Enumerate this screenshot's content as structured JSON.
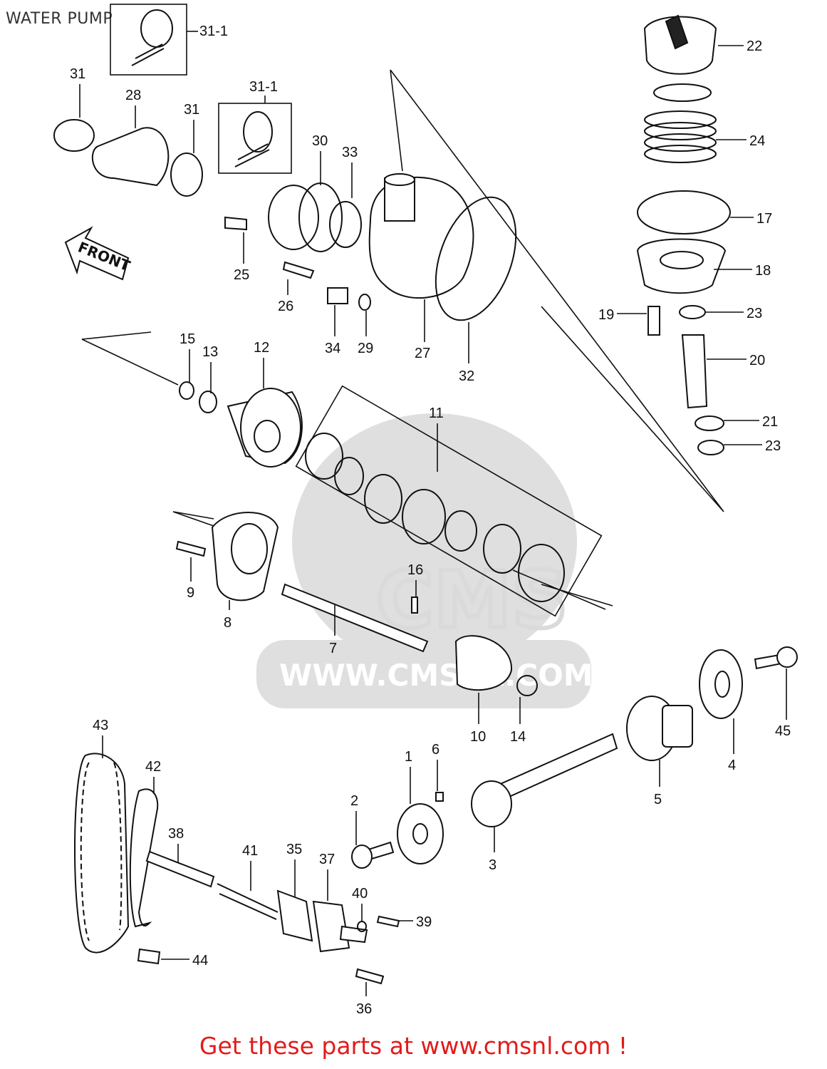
{
  "diagram": {
    "title": "WATER PUMP",
    "front_label": "FRONT",
    "watermark_text": "WWW.CMSNL.COM",
    "watermark_logo": "CMS",
    "callouts": [
      "31-1",
      "31",
      "28",
      "31",
      "31-1",
      "30",
      "33",
      "25",
      "26",
      "34",
      "29",
      "27",
      "32",
      "22",
      "24",
      "17",
      "18",
      "19",
      "23",
      "20",
      "21",
      "23",
      "15",
      "13",
      "12",
      "11",
      "9",
      "8",
      "16",
      "7",
      "10",
      "14",
      "45",
      "4",
      "5",
      "43",
      "42",
      "38",
      "41",
      "35",
      "37",
      "40",
      "39",
      "44",
      "36",
      "2",
      "1",
      "6",
      "3"
    ]
  },
  "footer": {
    "cta": "Get these parts at www.cmsnl.com !"
  }
}
